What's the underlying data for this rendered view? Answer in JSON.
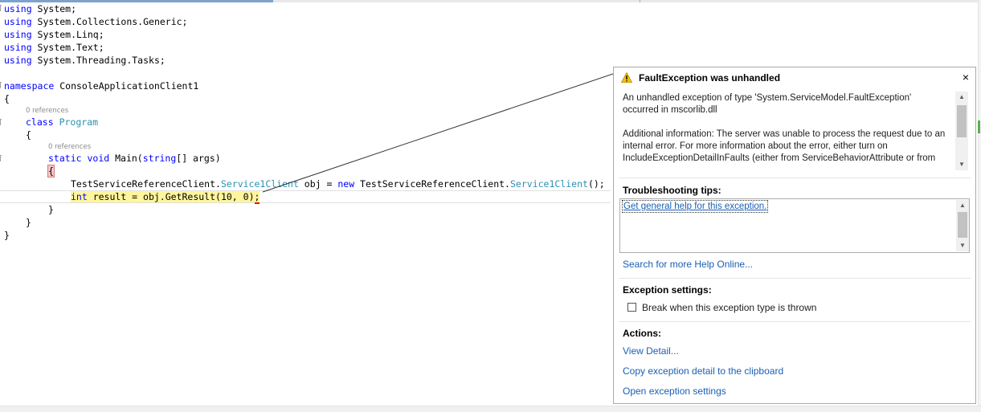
{
  "editor": {
    "usings": [
      {
        "kw": "using",
        "text": " System;"
      },
      {
        "kw": "using",
        "text": " System.Collections.Generic;"
      },
      {
        "kw": "using",
        "text": " System.Linq;"
      },
      {
        "kw": "using",
        "text": " System.Text;"
      },
      {
        "kw": "using",
        "text": " System.Threading.Tasks;"
      }
    ],
    "namespace_kw": "namespace",
    "namespace_name": " ConsoleApplicationClient1",
    "open_brace": "{",
    "close_brace": "}",
    "references_label": "0 references",
    "class_kw": "class",
    "class_name": "Program",
    "method": {
      "static_kw": "static",
      "void_kw": "void",
      "name_open": " Main(",
      "string_kw": "string",
      "args": "[] args)"
    },
    "line_obj": {
      "a": "TestServiceReferenceClient.",
      "b": "Service1Client",
      "c": " obj = ",
      "d": "new",
      "e": " TestServiceReferenceClient.",
      "f": "Service1Client",
      "g": "();"
    },
    "line_result": {
      "kw": "int",
      "text": " result = obj.GetResult(10, 0)",
      "semi": ";"
    }
  },
  "exception": {
    "title": "FaultException was unhandled",
    "close_glyph": "×",
    "message": "An unhandled exception of type 'System.ServiceModel.FaultException' occurred in mscorlib.dll",
    "additional": "Additional information: The server was unable to process the request due to an internal error.  For more information about the error, either turn on IncludeExceptionDetailInFaults (either from ServiceBehaviorAttribute or from",
    "troubleshooting_label": "Troubleshooting tips:",
    "tip_link": "Get general help for this exception.",
    "search_help": "Search for more Help Online...",
    "settings_label": "Exception settings:",
    "break_checkbox_label": "Break when this exception type is thrown",
    "break_checked": false,
    "actions_label": "Actions:",
    "actions": [
      "View Detail...",
      "Copy exception detail to the clipboard",
      "Open exception settings"
    ]
  },
  "colors": {
    "keyword": "#0000ff",
    "type": "#2b91af",
    "link": "#1a5fb4",
    "current_statement": "#fff59d",
    "warning": "#f5c400"
  }
}
